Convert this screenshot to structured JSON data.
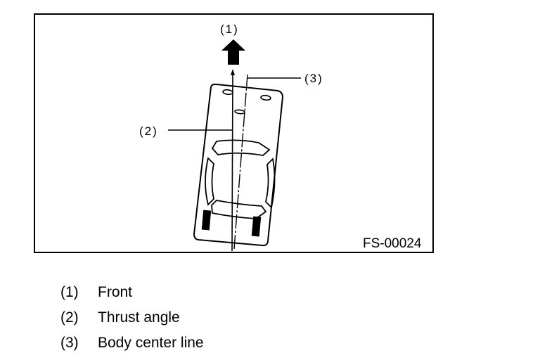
{
  "figure": {
    "code": "FS-00024",
    "callouts": {
      "front": "(1)",
      "thrust": "(2)",
      "center": "(3)"
    }
  },
  "legend": [
    {
      "num": "(1)",
      "text": "Front"
    },
    {
      "num": "(2)",
      "text": "Thrust angle"
    },
    {
      "num": "(3)",
      "text": "Body center line"
    }
  ],
  "colors": {
    "line": "#000000",
    "background": "#ffffff"
  }
}
